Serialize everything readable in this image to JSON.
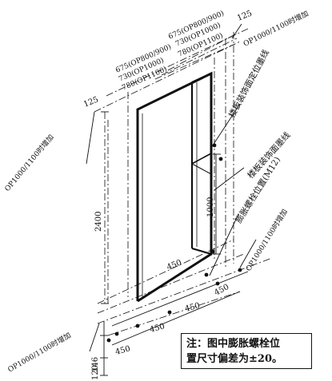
{
  "labels": {
    "top_right_dim": "125",
    "top_right_note": "OP1000/1100时增加",
    "top_left_dim": "125",
    "left_note": "OP1000/1100时增加",
    "widths_left": [
      "675(OP800/900)",
      "730(OP1000)",
      "780(OP1100)"
    ],
    "widths_right": [
      "675(OP800/900)",
      "730(OP1000)",
      "780(OP1100)"
    ],
    "floor_finish_positioning_line": "楼板装饰面定位墨线",
    "floor_finish_line": "楼板装饰面墨线",
    "expansion_bolt_position": "膨胀螺栓位置(M12)",
    "bottom_right_note": "OP1000/1100时增加",
    "bottom_left_note": "OP1000/1100时增加",
    "height_2400": "2400",
    "height_1000": "1000",
    "dims_450": [
      "450",
      "450",
      "450",
      "450",
      "450"
    ],
    "dim_146": "146",
    "dim_120": "120"
  },
  "note": {
    "line1": "注：图中膨胀螺栓位",
    "line2": "置尺寸偏差为±20。"
  }
}
